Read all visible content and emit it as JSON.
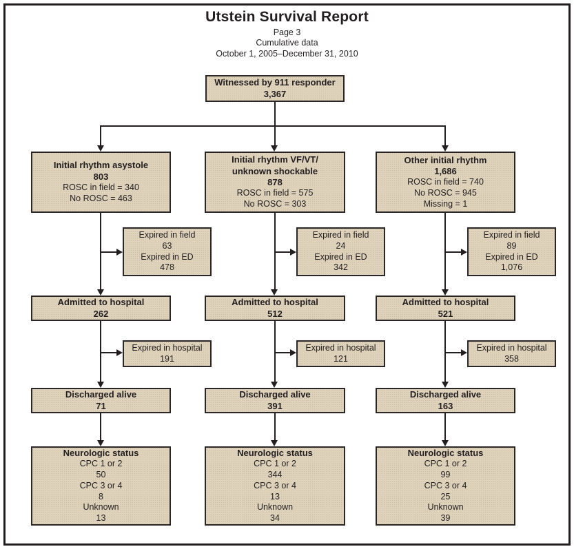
{
  "header": {
    "title": "Utstein Survival Report",
    "subtitle_lines": [
      "Page 3",
      "Cumulative data",
      "October 1, 2005–December 31, 2010"
    ]
  },
  "root_box": {
    "label": "Witnessed by 911 responder",
    "value": "3,367"
  },
  "columns": [
    {
      "name": "asystole",
      "rhythm": {
        "title": "Initial rhythm asystole",
        "value": "803",
        "details": [
          "ROSC in field = 340",
          "No ROSC = 463"
        ]
      },
      "expired_field": [
        "Expired in field",
        "63",
        "Expired in ED",
        "478"
      ],
      "admitted": {
        "label": "Admitted to hospital",
        "value": "262"
      },
      "expired_hospital": {
        "label": "Expired in hospital",
        "value": "191"
      },
      "discharged": {
        "label": "Discharged alive",
        "value": "71"
      },
      "neurologic": {
        "title": "Neurologic status",
        "details": [
          "CPC 1 or 2",
          "50",
          "CPC 3 or 4",
          "8",
          "Unknown",
          "13"
        ]
      }
    },
    {
      "name": "vf-vt-unknown-shockable",
      "rhythm": {
        "title": [
          "Initial rhythm VF/VT/",
          "unknown shockable"
        ],
        "value": "878",
        "details": [
          "ROSC in field = 575",
          "No ROSC = 303"
        ]
      },
      "expired_field": [
        "Expired in field",
        "24",
        "Expired in ED",
        "342"
      ],
      "admitted": {
        "label": "Admitted to hospital",
        "value": "512"
      },
      "expired_hospital": {
        "label": "Expired in hospital",
        "value": "121"
      },
      "discharged": {
        "label": "Discharged alive",
        "value": "391"
      },
      "neurologic": {
        "title": "Neurologic status",
        "details": [
          "CPC 1 or 2",
          "344",
          "CPC 3 or 4",
          "13",
          "Unknown",
          "34"
        ]
      }
    },
    {
      "name": "other-initial-rhythm",
      "rhythm": {
        "title": "Other initial rhythm",
        "value": "1,686",
        "details": [
          "ROSC in field = 740",
          "No ROSC = 945",
          "Missing = 1"
        ]
      },
      "expired_field": [
        "Expired in field",
        "89",
        "Expired in ED",
        "1,076"
      ],
      "admitted": {
        "label": "Admitted to hospital",
        "value": "521"
      },
      "expired_hospital": {
        "label": "Expired in hospital",
        "value": "358"
      },
      "discharged": {
        "label": "Discharged alive",
        "value": "163"
      },
      "neurologic": {
        "title": "Neurologic status",
        "details": [
          "CPC 1 or 2",
          "99",
          "CPC 3 or 4",
          "25",
          "Unknown",
          "39"
        ]
      }
    }
  ],
  "colors": {
    "box_fill": "#ded2bb",
    "box_border": "#2a2626",
    "line": "#231f20",
    "page_border": "#221e1f"
  }
}
